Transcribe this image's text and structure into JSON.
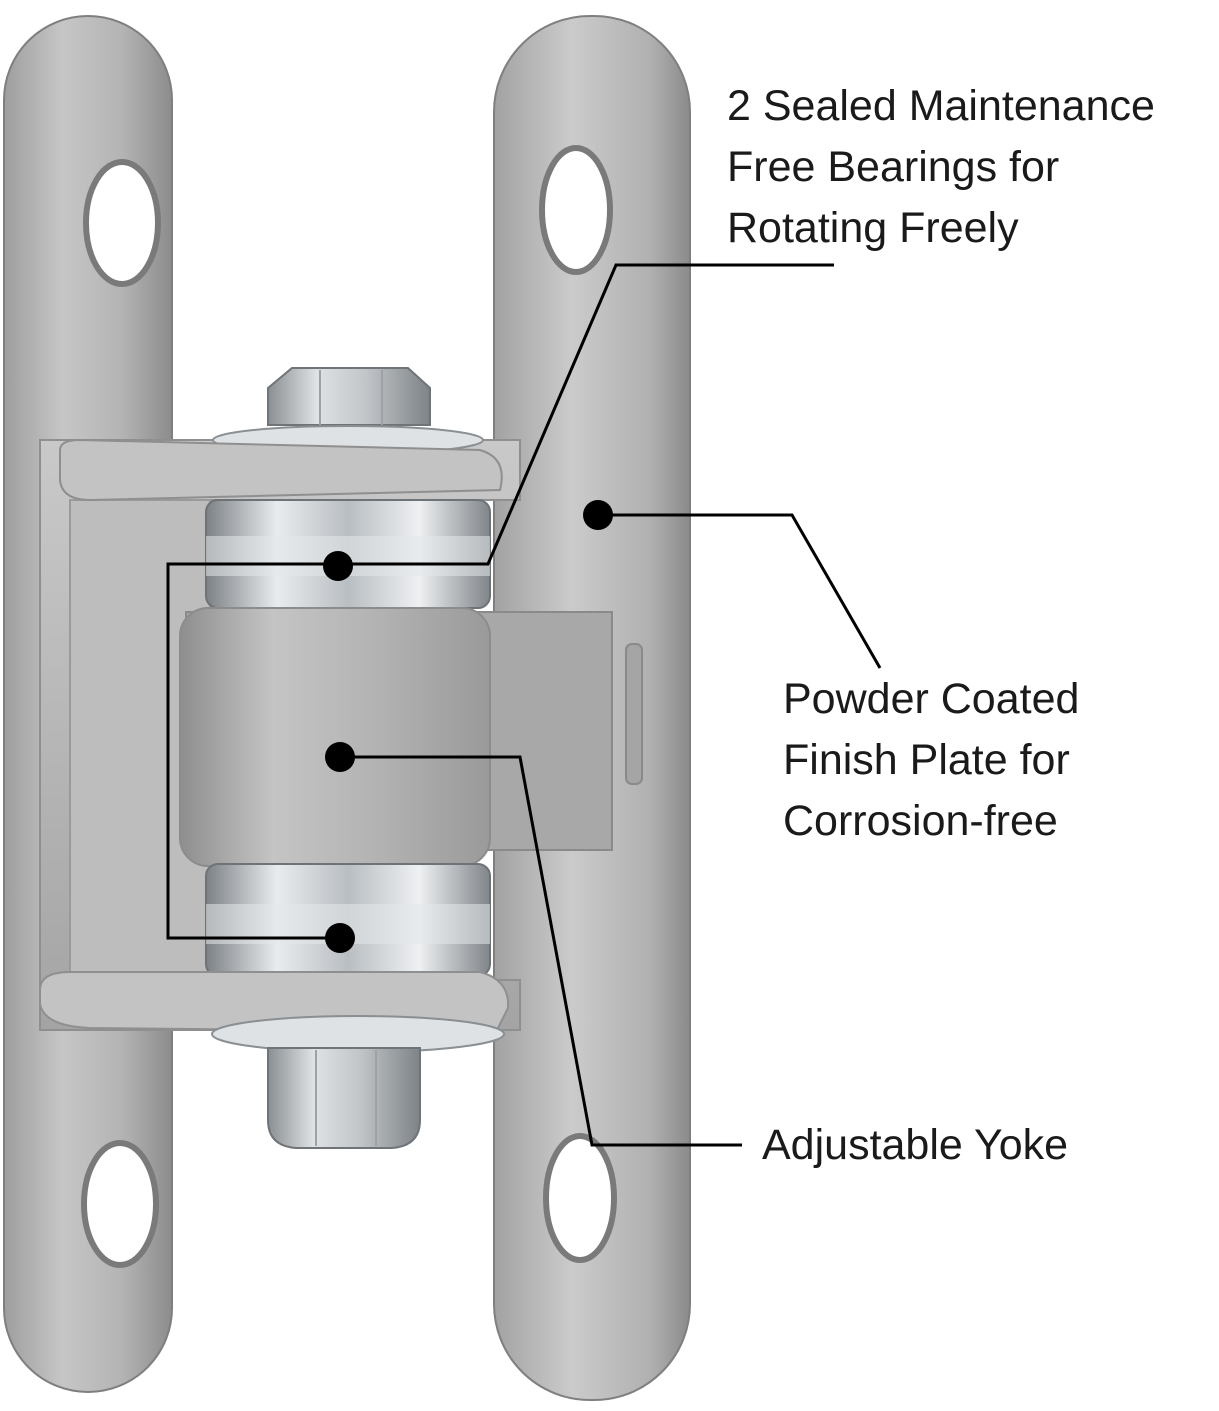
{
  "callouts": {
    "bearings": {
      "lines": [
        "2 Sealed Maintenance",
        "Free Bearings for",
        "Rotating Freely"
      ]
    },
    "powder_coat": {
      "lines": [
        "Powder Coated",
        "Finish Plate for",
        "Corrosion-free"
      ]
    },
    "yoke": {
      "lines": [
        "Adjustable Yoke"
      ]
    }
  },
  "colors": {
    "background": "#ffffff",
    "plate": "#b9b9b9",
    "plate_shadow": "#8f8f8f",
    "zinc": "#d4d7da",
    "leader": "#000000",
    "text": "#1a1a1a"
  }
}
